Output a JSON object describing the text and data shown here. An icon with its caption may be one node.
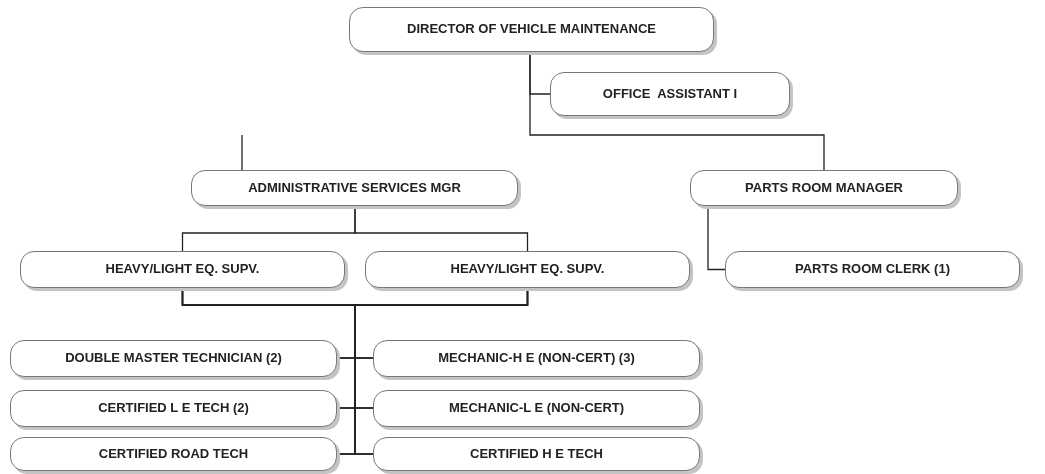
{
  "diagram": {
    "nodes": [
      {
        "text": [
          "DIRECTOR OF VEHICLE MAINTENANCE"
        ]
      },
      {
        "text": [
          "OFFICE  ASSISTANT I"
        ]
      },
      {
        "text": [
          "ADMINISTRATIVE SERVICES MGR"
        ]
      },
      {
        "text": [
          "PARTS ROOM MANAGER"
        ]
      },
      {
        "text": [
          "HEAVY/LIGHT EQ. SUPV."
        ]
      },
      {
        "text": [
          "HEAVY/LIGHT EQ. SUPV."
        ]
      },
      {
        "text": [
          "PARTS ROOM CLERK (1)"
        ]
      },
      {
        "text": [
          "DOUBLE MASTER TECHNICIAN (2)"
        ]
      },
      {
        "text": [
          "MECHANIC-H E (NON-CERT) (3)"
        ]
      },
      {
        "text": [
          "CERTIFIED L E TECH (2)"
        ]
      },
      {
        "text": [
          "MECHANIC-L E (NON-CERT)"
        ]
      },
      {
        "text": [
          "CERTIFIED ROAD TECH"
        ]
      },
      {
        "text": [
          "CERTIFIED H E TECH"
        ]
      }
    ],
    "edges": [
      {
        "from": 0,
        "to": 1,
        "arrow": "none"
      },
      {
        "from": 0,
        "to": 3,
        "arrow": "none"
      },
      {
        "from": null,
        "to": 2,
        "arrow": "none"
      },
      {
        "from": 2,
        "to": 4,
        "arrow": "none"
      },
      {
        "from": 2,
        "to": 5,
        "arrow": "none"
      },
      {
        "from": 3,
        "to": 6,
        "arrow": "none"
      },
      {
        "from": 4,
        "to": 7,
        "arrow": "none"
      },
      {
        "from": 4,
        "to": 8,
        "arrow": "none"
      },
      {
        "from": 4,
        "to": 9,
        "arrow": "none"
      },
      {
        "from": 4,
        "to": 10,
        "arrow": "none"
      },
      {
        "from": 4,
        "to": 11,
        "arrow": "none"
      },
      {
        "from": 4,
        "to": 12,
        "arrow": "none"
      },
      {
        "from": 5,
        "to": 7,
        "arrow": "none"
      },
      {
        "from": 5,
        "to": 8,
        "arrow": "none"
      },
      {
        "from": 5,
        "to": 9,
        "arrow": "none"
      },
      {
        "from": 5,
        "to": 10,
        "arrow": "none"
      },
      {
        "from": 5,
        "to": 11,
        "arrow": "none"
      },
      {
        "from": 5,
        "to": 12,
        "arrow": "none"
      }
    ]
  }
}
